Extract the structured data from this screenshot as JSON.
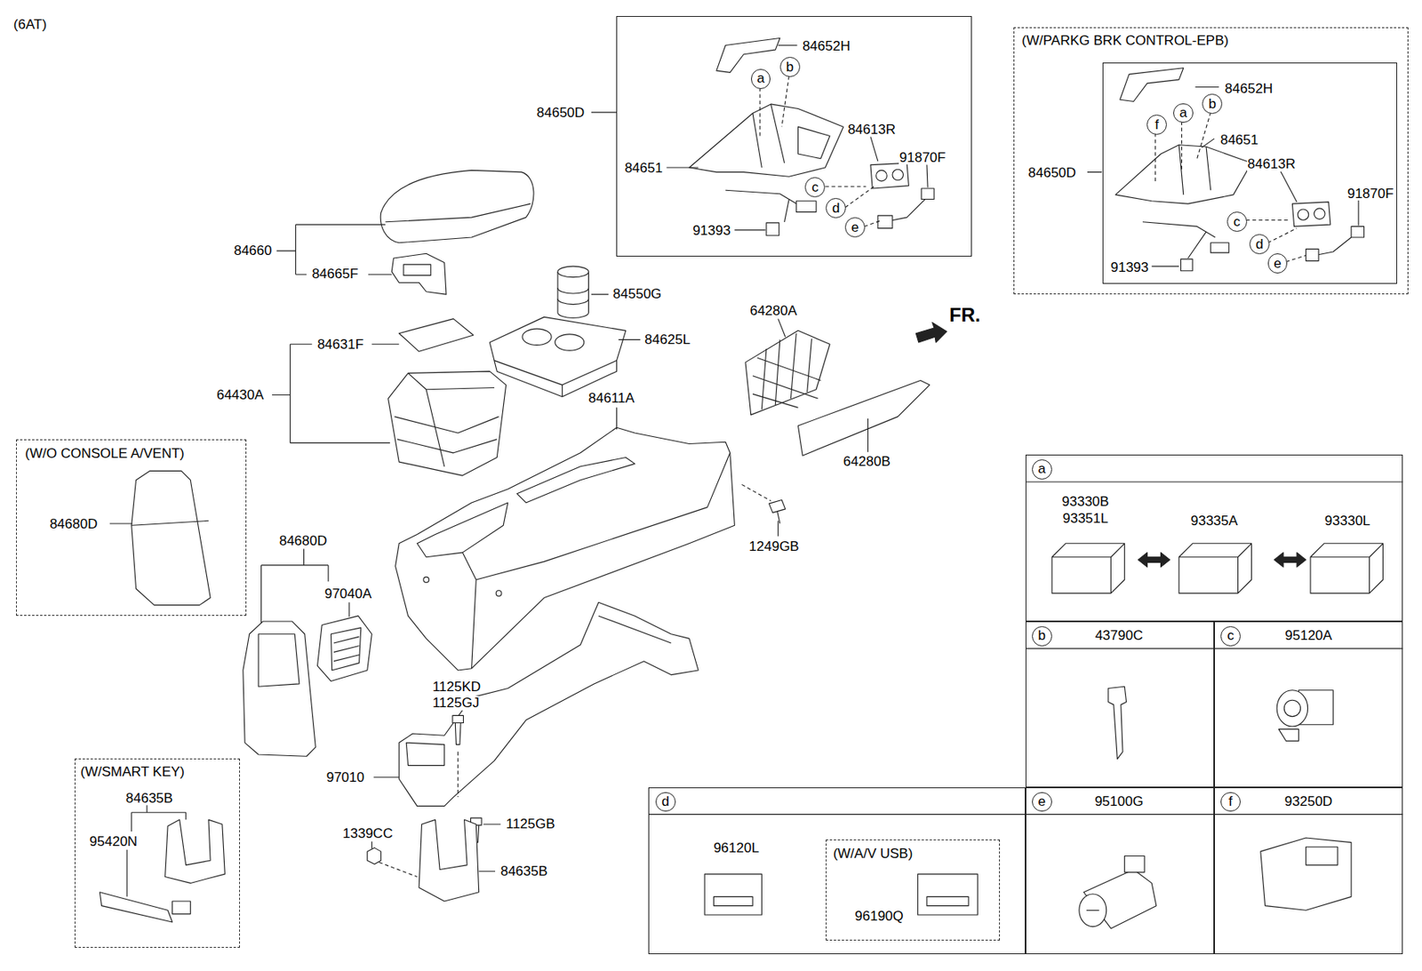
{
  "diagram": {
    "nodes": [
      {
        "text": [
          "84650D",
          "84652H",
          "84651",
          "84613R",
          "91870F",
          "91393"
        ]
      },
      {
        "text": [
          "a"
        ],
        "in": 0
      },
      {
        "text": [
          "b"
        ],
        "in": 0
      },
      {
        "text": [
          "c"
        ],
        "in": 0
      },
      {
        "text": [
          "d"
        ],
        "in": 0
      },
      {
        "text": [
          "e"
        ],
        "in": 0
      },
      {
        "text": [
          "(W/PARKG BRK CONTROL-EPB)",
          "84650D"
        ]
      },
      {
        "text": [
          "84652H",
          "84651",
          "84613R",
          "91870F",
          "91393"
        ],
        "in": 6
      },
      {
        "text": [
          "f"
        ],
        "in": 7
      },
      {
        "text": [
          "a"
        ],
        "in": 7
      },
      {
        "text": [
          "b"
        ],
        "in": 7
      },
      {
        "text": [
          "c"
        ],
        "in": 7
      },
      {
        "text": [
          "d"
        ],
        "in": 7
      },
      {
        "text": [
          "e"
        ],
        "in": 7
      },
      {
        "text": [
          "(W/O CONSOLE A/VENT)",
          "84680D"
        ]
      },
      {
        "text": [
          "(W/SMART KEY)",
          "84635B",
          "95420N"
        ]
      },
      {
        "text": [
          "93330B",
          "93351L",
          "93335A",
          "93330L"
        ]
      },
      {
        "text": [
          "a"
        ],
        "in": 16
      },
      {
        "text": [
          "43790C"
        ]
      },
      {
        "text": [
          "b"
        ],
        "in": 18
      },
      {
        "text": [
          "95120A"
        ]
      },
      {
        "text": [
          "c"
        ],
        "in": 20
      },
      {
        "text": [
          "96120L"
        ]
      },
      {
        "text": [
          "d"
        ],
        "in": 22
      },
      {
        "text": [
          "(W/A/V USB)",
          "96190Q"
        ],
        "in": 22
      },
      {
        "text": [
          "95100G"
        ]
      },
      {
        "text": [
          "e"
        ],
        "in": 25
      },
      {
        "text": [
          "93250D"
        ]
      },
      {
        "text": [
          "f"
        ],
        "in": 27
      }
    ],
    "labels": [
      "(6AT)",
      "84660",
      "84665F",
      "84550G",
      "84631F",
      "84625L",
      "64430A",
      "84611A",
      "64280A",
      "FR.",
      "64280B",
      "1249GB",
      "84680D",
      "97040A",
      "1125KD",
      "1125GJ",
      "97010",
      "1339CC",
      "1125GB",
      "84635B"
    ]
  }
}
